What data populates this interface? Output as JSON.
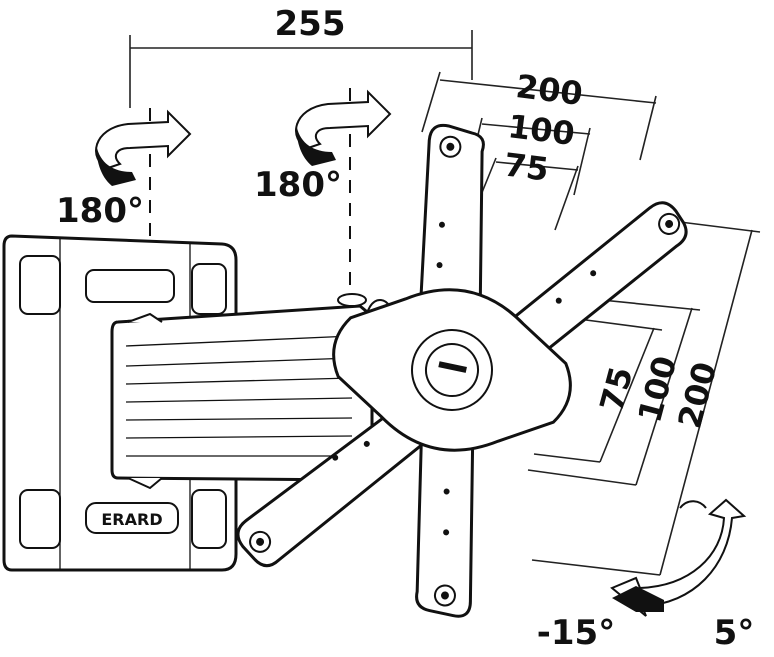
{
  "dimensions": {
    "arm_extension": "255",
    "vesa_width_large": "200",
    "vesa_width_medium": "100",
    "vesa_width_small": "75",
    "vesa_height_large": "200",
    "vesa_height_medium": "100",
    "vesa_height_small": "75"
  },
  "rotation": {
    "wall_pivot": "180°",
    "head_pivot": "180°"
  },
  "tilt": {
    "forward": "-15°",
    "backward": "5°"
  },
  "brand": "ERARD",
  "colors": {
    "line": "#111111",
    "background": "#ffffff",
    "arrow_fill": "#111111"
  }
}
